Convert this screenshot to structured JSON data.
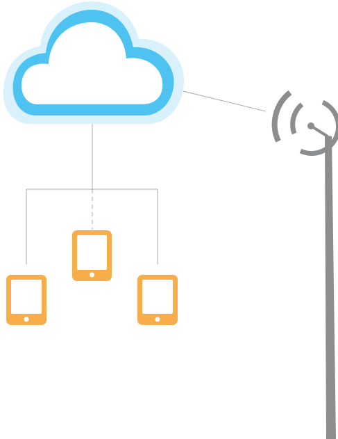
{
  "diagram": {
    "nodes": [
      {
        "id": "cloud",
        "icon": "cloud-icon"
      },
      {
        "id": "tablet-center",
        "icon": "tablet-icon"
      },
      {
        "id": "tablet-left",
        "icon": "tablet-icon"
      },
      {
        "id": "tablet-right",
        "icon": "tablet-icon"
      },
      {
        "id": "antenna",
        "icon": "wifi-antenna-icon"
      }
    ],
    "edges": [
      {
        "from": "cloud",
        "to": "antenna",
        "style": "solid"
      },
      {
        "from": "cloud",
        "to": "tablet-left",
        "style": "solid"
      },
      {
        "from": "cloud",
        "to": "tablet-center",
        "style": "dashed"
      },
      {
        "from": "cloud",
        "to": "tablet-right",
        "style": "solid"
      }
    ],
    "colors": {
      "cloud_fill": "#4ec3f2",
      "cloud_glow": "#d9f1fb",
      "tablet": "#f7ad4c",
      "antenna": "#8c8d8f",
      "line": "#a7a9ac"
    }
  }
}
